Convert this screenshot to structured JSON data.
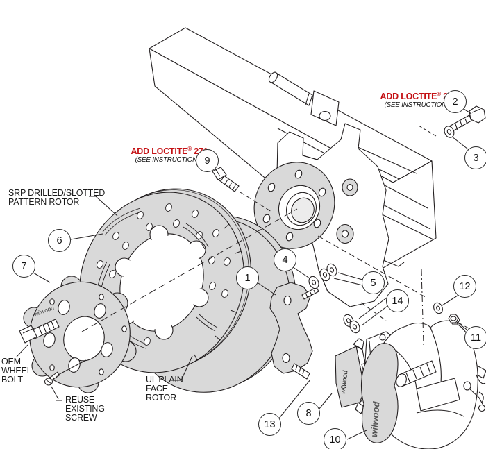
{
  "diagram": {
    "brand": "wilwood",
    "colors": {
      "line": "#231f20",
      "fill": "#d9d9d9",
      "accent_red": "#c41114"
    },
    "notes": {
      "loctite_right": {
        "title": "ADD LOCTITE",
        "reg": "®",
        "number": "271",
        "sub": "(SEE INSTRUCTIONS)"
      },
      "loctite_left": {
        "title": "ADD LOCTITE",
        "reg": "®",
        "number": "271",
        "sub": "(SEE INSTRUCTIONS)"
      }
    },
    "labels": {
      "srp_rotor": {
        "line1": "SRP DRILLED/SLOTTED",
        "line2": "PATTERN ROTOR"
      },
      "oem_bolt": {
        "line1": "OEM",
        "line2": "WHEEL",
        "line3": "BOLT"
      },
      "reuse_screw": {
        "line1": "REUSE",
        "line2": "EXISTING",
        "line3": "SCREW"
      },
      "ul_rotor": {
        "line1": "UL PLAIN",
        "line2": "FACE",
        "line3": "ROTOR"
      }
    },
    "callouts": {
      "c1": "1",
      "c2": "2",
      "c3": "3",
      "c4": "4",
      "c5": "5",
      "c6": "6",
      "c7": "7",
      "c8": "8",
      "c9": "9",
      "c10": "10",
      "c11": "11",
      "c12": "12",
      "c13": "13",
      "c14": "14"
    }
  }
}
